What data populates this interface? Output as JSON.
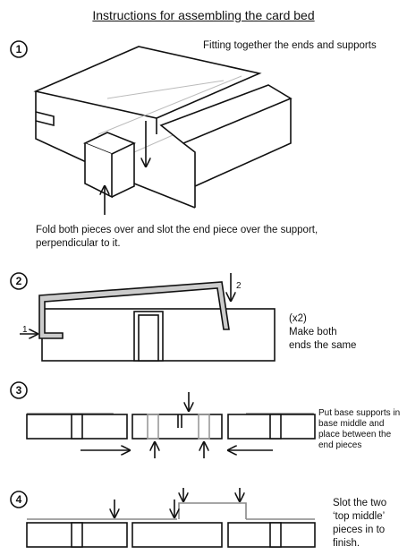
{
  "title": "Instructions for assembling the card bed",
  "steps": [
    {
      "number": "1",
      "heading": "Fitting together the ends and supports",
      "text": "Fold both pieces over and slot the end piece over the support, perpendicular to it."
    },
    {
      "number": "2",
      "arrow_labels": [
        "1",
        "2"
      ],
      "count": "(x2)",
      "text": "Make both ends the same"
    },
    {
      "number": "3",
      "text": "Put base supports in base middle and place between the end pieces"
    },
    {
      "number": "4",
      "text": "Slot the two ‘top middle’ pieces in to finish."
    }
  ]
}
